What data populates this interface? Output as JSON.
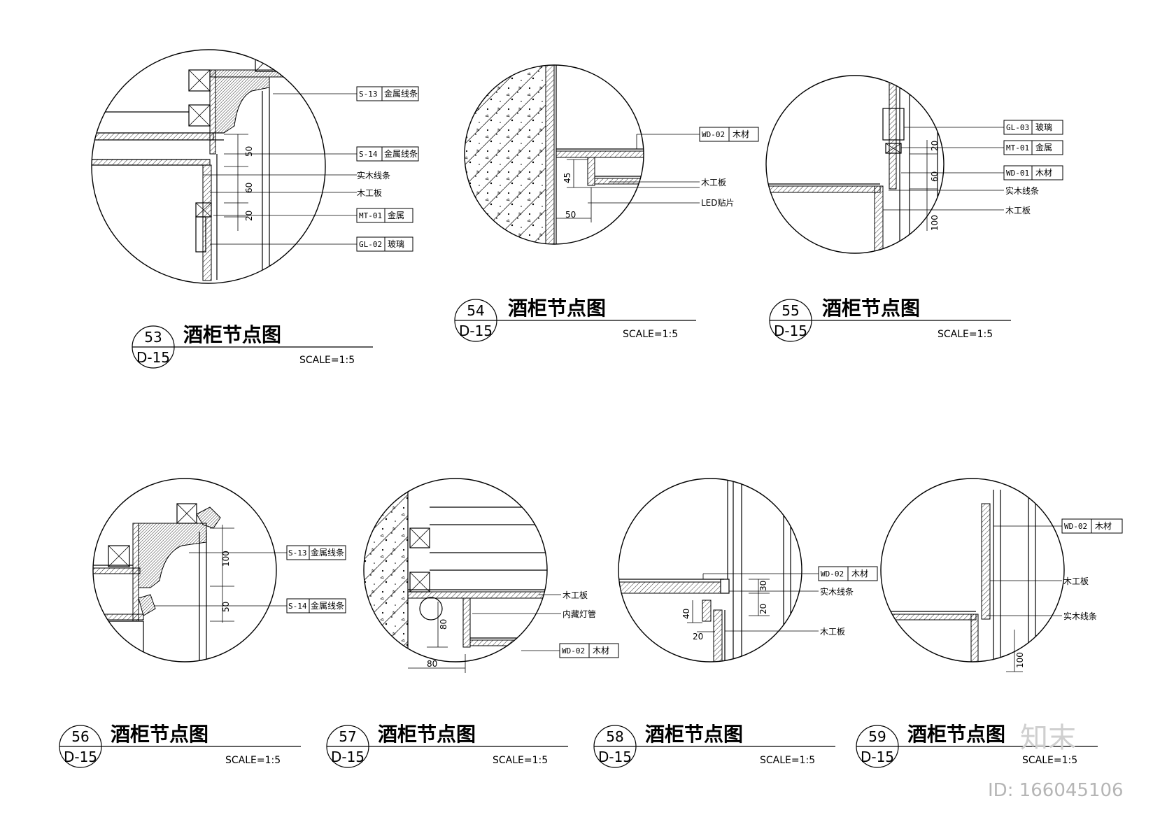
{
  "details": [
    {
      "id": "d53",
      "number": "53",
      "sheet": "D-15",
      "title": "酒柜节点图",
      "scale": "SCALE=1:5",
      "tags": [
        {
          "code": "S-13",
          "material": "金属线条"
        },
        {
          "code": "S-14",
          "material": "金属线条"
        },
        {
          "code": "MT-01",
          "material": "金属"
        },
        {
          "code": "GL-02",
          "material": "玻璃"
        }
      ],
      "notes": [
        "实木线条",
        "木工板"
      ],
      "dims": [
        "50",
        "60",
        "20"
      ]
    },
    {
      "id": "d54",
      "number": "54",
      "sheet": "D-15",
      "title": "酒柜节点图",
      "scale": "SCALE=1:5",
      "tags": [
        {
          "code": "WD-02",
          "material": "木材"
        }
      ],
      "notes": [
        "木工板",
        "LED贴片"
      ],
      "dims": [
        "45",
        "50"
      ]
    },
    {
      "id": "d55",
      "number": "55",
      "sheet": "D-15",
      "title": "酒柜节点图",
      "scale": "SCALE=1:5",
      "tags": [
        {
          "code": "GL-03",
          "material": "玻璃"
        },
        {
          "code": "MT-01",
          "material": "金属"
        },
        {
          "code": "WD-01",
          "material": "木材"
        }
      ],
      "notes": [
        "实木线条",
        "木工板"
      ],
      "dims": [
        "20",
        "60",
        "100"
      ]
    },
    {
      "id": "d56",
      "number": "56",
      "sheet": "D-15",
      "title": "酒柜节点图",
      "scale": "SCALE=1:5",
      "tags": [
        {
          "code": "S-13",
          "material": "金属线条"
        },
        {
          "code": "S-14",
          "material": "金属线条"
        }
      ],
      "notes": [],
      "dims": [
        "100",
        "50"
      ]
    },
    {
      "id": "d57",
      "number": "57",
      "sheet": "D-15",
      "title": "酒柜节点图",
      "scale": "SCALE=1:5",
      "tags": [
        {
          "code": "WD-02",
          "material": "木材"
        }
      ],
      "notes": [
        "木工板",
        "内藏灯管"
      ],
      "dims": [
        "80",
        "80"
      ]
    },
    {
      "id": "d58",
      "number": "58",
      "sheet": "D-15",
      "title": "酒柜节点图",
      "scale": "SCALE=1:5",
      "tags": [
        {
          "code": "WD-02",
          "material": "木材"
        }
      ],
      "notes": [
        "实木线条",
        "木工板"
      ],
      "dims": [
        "30",
        "20",
        "40",
        "20"
      ]
    },
    {
      "id": "d59",
      "number": "59",
      "sheet": "D-15",
      "title": "酒柜节点图",
      "scale": "SCALE=1:5",
      "tags": [
        {
          "code": "WD-02",
          "material": "木材"
        }
      ],
      "notes": [
        "木工板",
        "实木线条"
      ],
      "dims": [
        "100"
      ]
    }
  ],
  "watermark": {
    "logo": "知末",
    "id_text": "ID: 166045106"
  }
}
